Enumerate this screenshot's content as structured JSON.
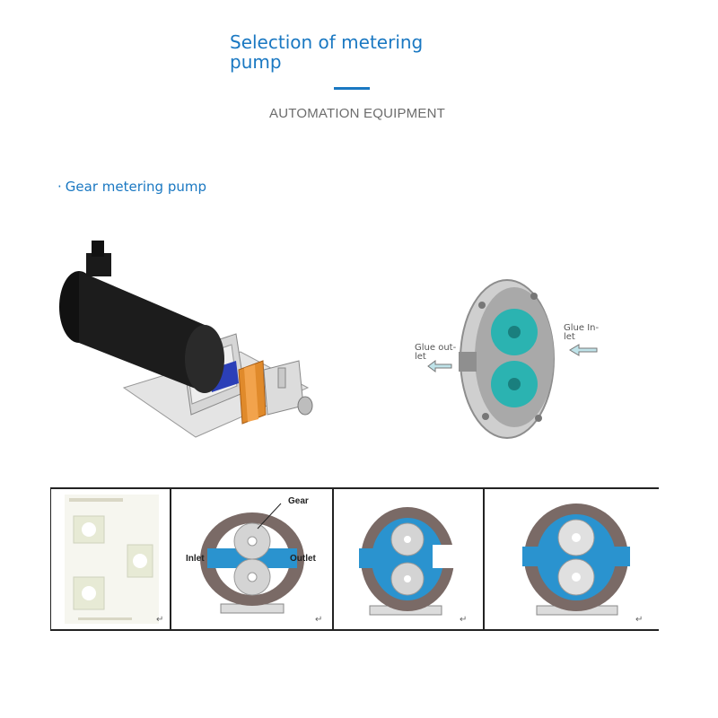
{
  "header": {
    "title": "Selection of metering pump",
    "subtitle": "AUTOMATION EQUIPMENT"
  },
  "section": {
    "bullet": "·",
    "label": "Gear metering pump"
  },
  "cutaway": {
    "glue_outlet": "Glue out-\nlet",
    "glue_inlet": "Glue In-\nlet"
  },
  "diagram": {
    "gear_label": "Gear",
    "inlet_label": "Inlet",
    "outlet_label": "Outlet",
    "return_mark": "↵"
  },
  "colors": {
    "accent_blue": "#1a78c2",
    "cyan_gear": "#2bb3b1",
    "flow_blue": "#2a93cf",
    "housing": "#7a6a66"
  }
}
